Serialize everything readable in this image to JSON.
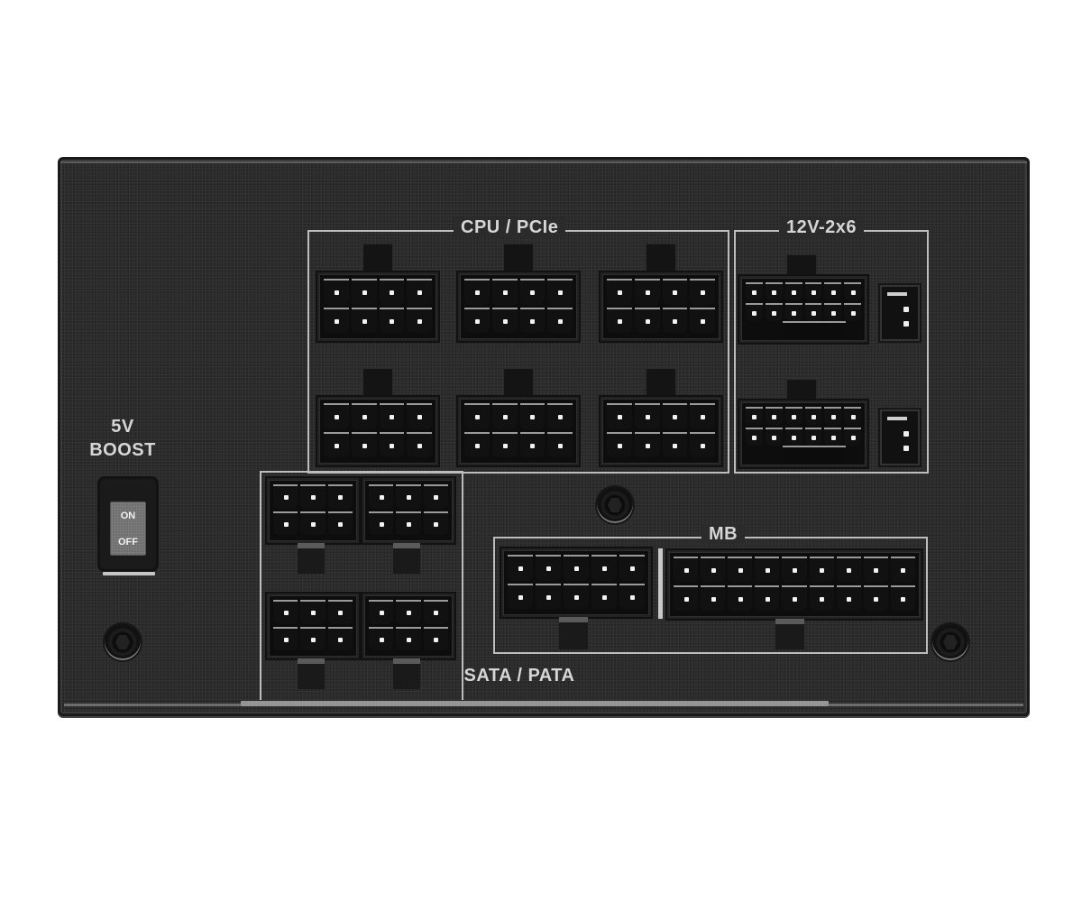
{
  "subject": "PSU modular connector rear panel",
  "switch": {
    "title_line1": "5V",
    "title_line2": "BOOST",
    "on_label": "ON",
    "off_label": "OFF"
  },
  "groups": {
    "cpu_pcie": {
      "label": "CPU / PCIe",
      "connector_count": 6,
      "pins_per_connector": 8
    },
    "gpu_12v": {
      "label": "12V-2x6",
      "connector_count": 2,
      "pins_per_connector": 12,
      "sense_pins": 2
    },
    "sata_pata": {
      "label": "SATA / PATA",
      "connector_count": 4,
      "pins_per_connector": 6
    },
    "mb": {
      "label": "MB",
      "connectors": [
        {
          "pins": 10
        },
        {
          "pins": 18
        }
      ]
    }
  },
  "colors": {
    "panel": "#2b2b2b",
    "label_text": "#d6d6d6",
    "frame_lines": "#bdbdbd",
    "connector": "#0d0d0d",
    "pin_highlight": "#f2f2f2",
    "switch_rocker": "#6f6f6f"
  }
}
